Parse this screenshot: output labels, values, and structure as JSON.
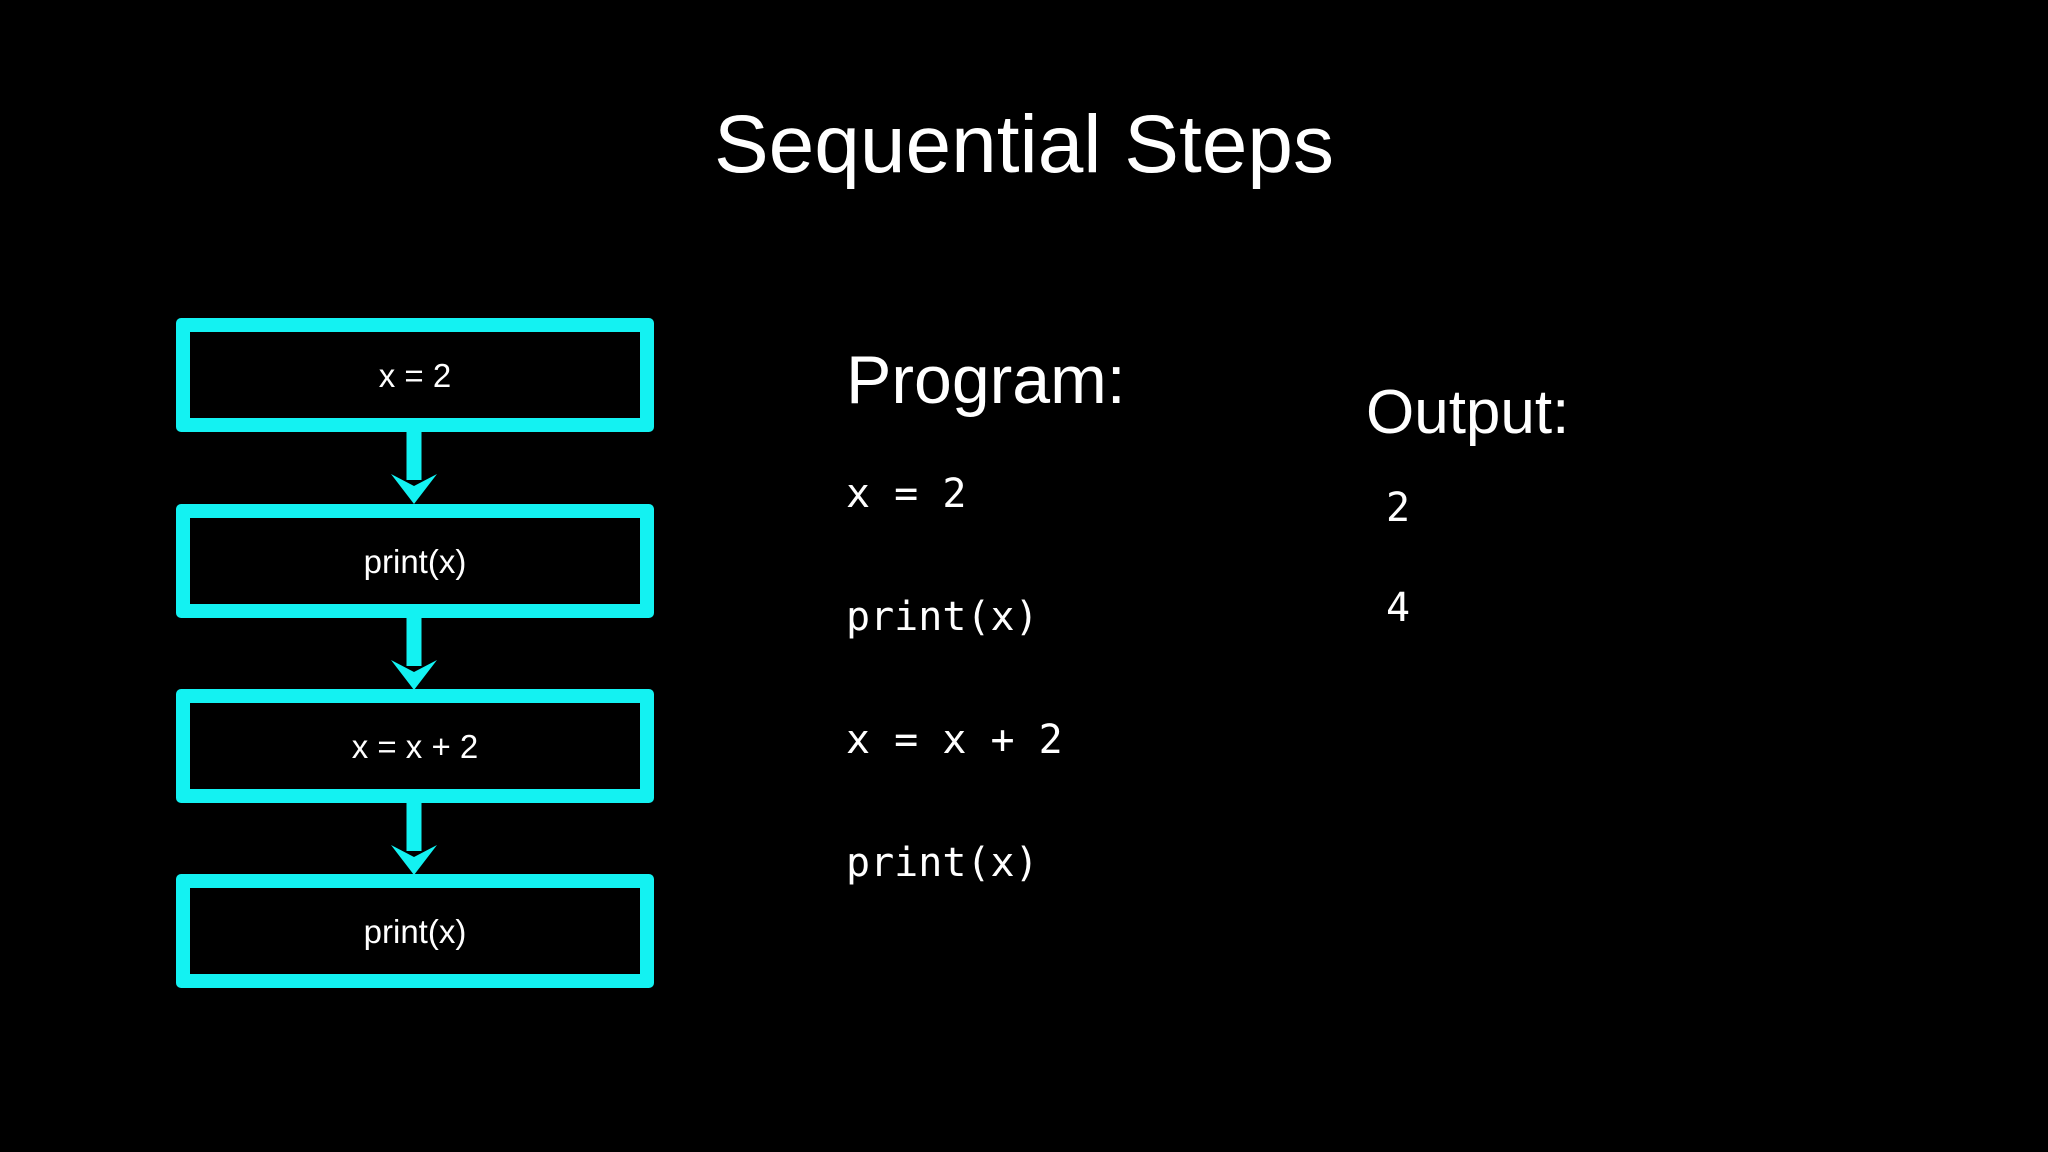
{
  "slide": {
    "title": "Sequential Steps",
    "background_color": "#000000",
    "text_color": "#ffffff",
    "accent_color": "#13f2f2"
  },
  "flowchart": {
    "boxes": [
      {
        "label": "x = 2"
      },
      {
        "label": "print(x)"
      },
      {
        "label": "x = x + 2"
      },
      {
        "label": "print(x)"
      }
    ],
    "arrows": [
      {
        "direction": "down"
      },
      {
        "direction": "down"
      },
      {
        "direction": "down"
      }
    ]
  },
  "program": {
    "heading": "Program:",
    "lines": [
      "x = 2",
      "print(x)",
      "x = x + 2",
      "print(x)"
    ]
  },
  "output": {
    "heading": "Output:",
    "values": [
      "2",
      "4"
    ]
  }
}
